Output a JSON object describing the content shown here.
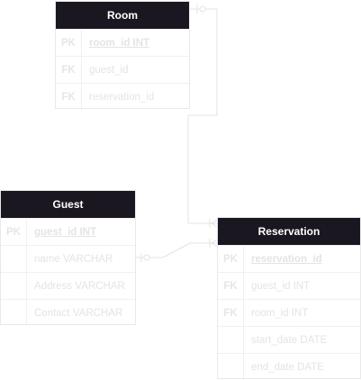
{
  "entities": {
    "room": {
      "title": "Room",
      "rows": [
        {
          "key": "PK",
          "field": "room_id INT"
        },
        {
          "key": "FK",
          "field": "guest_id"
        },
        {
          "key": "FK",
          "field": "reservation_id"
        }
      ]
    },
    "guest": {
      "title": "Guest",
      "rows": [
        {
          "key": "PK",
          "field": "guest_id INT"
        },
        {
          "key": "",
          "field": "name VARCHAR"
        },
        {
          "key": "",
          "field": "Address VARCHAR"
        },
        {
          "key": "",
          "field": "Contact VARCHAR"
        }
      ]
    },
    "reservation": {
      "title": "Reservation",
      "rows": [
        {
          "key": "PK",
          "field": "reservation_id"
        },
        {
          "key": "FK",
          "field": "guest_id INT"
        },
        {
          "key": "FK",
          "field": "room_id INT"
        },
        {
          "key": "",
          "field": "start_date DATE"
        },
        {
          "key": "",
          "field": "end_date DATE"
        }
      ]
    }
  },
  "colors": {
    "header_bg": "#1a1720",
    "header_text": "#ffffff",
    "border": "#e9e9e9",
    "faint_text": "#e4e4e4",
    "connector": "#e3e3e3"
  }
}
